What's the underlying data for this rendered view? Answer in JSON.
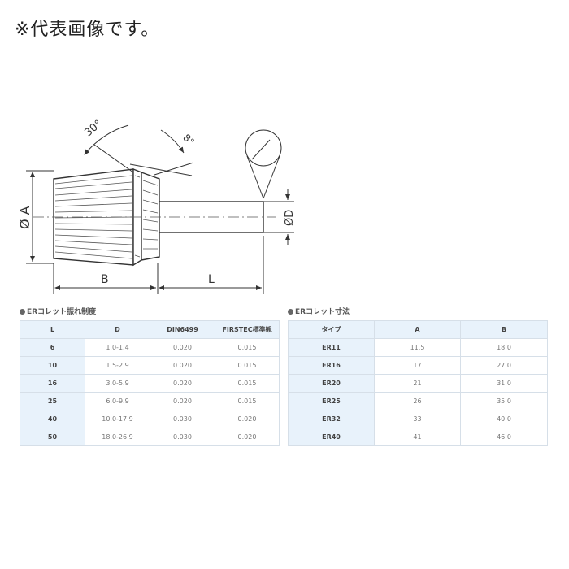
{
  "note": "※代表画像です。",
  "drawing": {
    "angle_label": "30°",
    "angle_small_label": "8°",
    "dim_A": "Ø A",
    "dim_D": "ØD",
    "dim_B": "B",
    "dim_L": "L"
  },
  "runout_table": {
    "title": "ERコレット振れ制度",
    "headers": [
      "L",
      "D",
      "DIN6499",
      "FIRSTEC標準観"
    ],
    "rows": [
      [
        "6",
        "1.0-1.4",
        "0.020",
        "0.015"
      ],
      [
        "10",
        "1.5-2.9",
        "0.020",
        "0.015"
      ],
      [
        "16",
        "3.0-5.9",
        "0.020",
        "0.015"
      ],
      [
        "25",
        "6.0-9.9",
        "0.020",
        "0.015"
      ],
      [
        "40",
        "10.0-17.9",
        "0.030",
        "0.020"
      ],
      [
        "50",
        "18.0-26.9",
        "0.030",
        "0.020"
      ]
    ]
  },
  "size_table": {
    "title": "ERコレット寸法",
    "headers": [
      "タイプ",
      "A",
      "B"
    ],
    "rows": [
      [
        "ER11",
        "11.5",
        "18.0"
      ],
      [
        "ER16",
        "17",
        "27.0"
      ],
      [
        "ER20",
        "21",
        "31.0"
      ],
      [
        "ER25",
        "26",
        "35.0"
      ],
      [
        "ER32",
        "33",
        "40.0"
      ],
      [
        "ER40",
        "41",
        "46.0"
      ]
    ]
  }
}
